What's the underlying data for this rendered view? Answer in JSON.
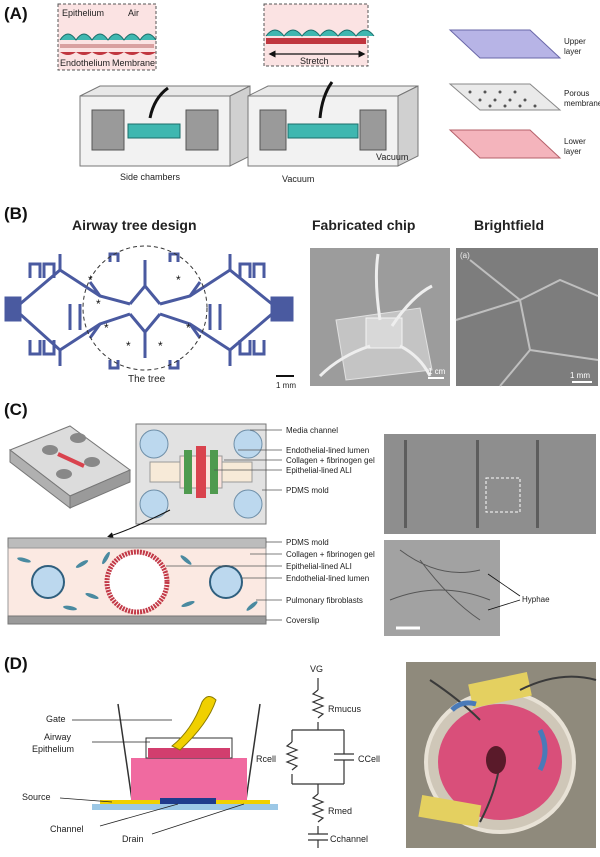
{
  "panels": {
    "a": {
      "label": "(A)",
      "epithelium": "Epithelium",
      "air": "Air",
      "endothelium": "Endothelium",
      "membrane": "Membrane",
      "stretch": "Stretch",
      "side_chambers": "Side chambers",
      "vacuum_left": "Vacuum",
      "vacuum_right": "Vacuum",
      "upper_layer_1": "Upper",
      "upper_layer_2": "layer",
      "porous_1": "Porous",
      "porous_2": "membrane",
      "lower_layer_1": "Lower",
      "lower_layer_2": "layer"
    },
    "b": {
      "label": "(B)",
      "title_tree": "Airway tree design",
      "title_chip": "Fabricated chip",
      "title_bright": "Brightfield",
      "tree_caption": "The tree",
      "scale_tree": "1 mm",
      "scale_chip": "1 cm",
      "scale_bright": "1 mm",
      "bright_tag": "(a)"
    },
    "c": {
      "label": "(C)",
      "top_labels": [
        "Media channel",
        "Endothelial-lined lumen",
        "Collagen + fibrinogen gel",
        "Epithelial-lined ALI",
        "PDMS mold"
      ],
      "bottom_labels": [
        "PDMS mold",
        "Collagen + fibrinogen gel",
        "Epithelial-lined ALI",
        "Endothelial-lined lumen",
        "Pulmonary fibroblasts",
        "Coverslip"
      ],
      "hyphae": "Hyphae"
    },
    "d": {
      "label": "(D)",
      "gate": "Gate",
      "airway_1": "Airway",
      "airway_2": "Epithelium",
      "source": "Source",
      "channel": "Channel",
      "drain": "Drain",
      "vg": "VG",
      "rmucus": "Rmucus",
      "rcell": "Rcell",
      "ccell": "CCell",
      "rmed": "Rmed",
      "cchannel": "Cchannel"
    }
  }
}
